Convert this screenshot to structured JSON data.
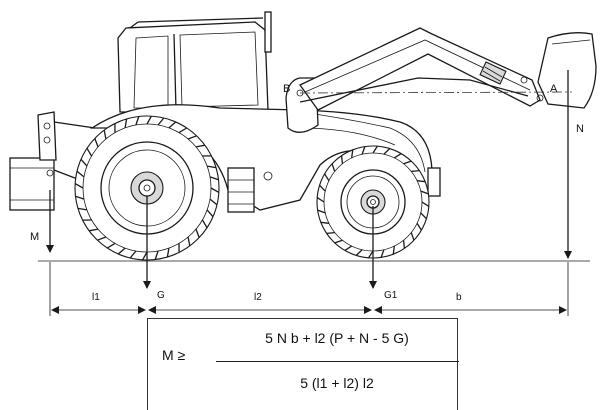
{
  "points": {
    "a": "A",
    "b": "B",
    "n": "N",
    "m": "M",
    "g": "G",
    "g1": "G1"
  },
  "dimensions": {
    "l1": "l1",
    "l2": "l2",
    "b": "b"
  },
  "formula": {
    "lhs": "M ≥",
    "numerator": "5 N b + l2 (P + N  - 5 G)",
    "denominator": "5 (l1 + l2)  l2"
  }
}
